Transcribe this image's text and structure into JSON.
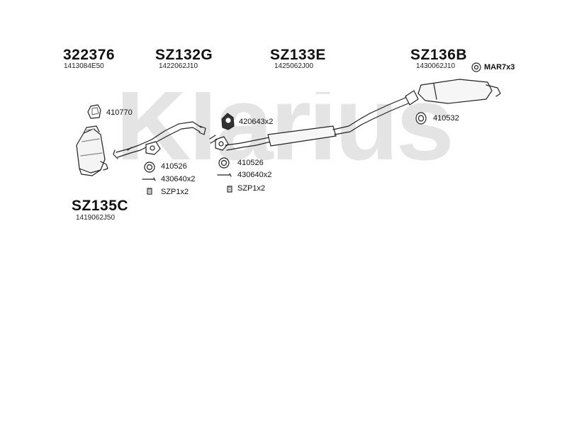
{
  "headers": [
    {
      "code": "322376",
      "number": "1413084E50"
    },
    {
      "code": "SZ132G",
      "number": "1422062J10"
    },
    {
      "code": "SZ133E",
      "number": "1425062J00"
    },
    {
      "code": "SZ136B",
      "number": "1430062J10"
    },
    {
      "code": "SZ135C",
      "number": "1419062J50"
    }
  ],
  "watermark": "Klarius",
  "parts": {
    "mar": "MAR7x3",
    "p410770": "410770",
    "p420643": "420643x2",
    "p410532": "410532",
    "left_group": {
      "ring": "410526",
      "bolt": "430640x2",
      "spring": "SZP1x2"
    },
    "mid_group": {
      "ring": "410526",
      "bolt": "430640x2",
      "spring": "SZP1x2"
    }
  }
}
